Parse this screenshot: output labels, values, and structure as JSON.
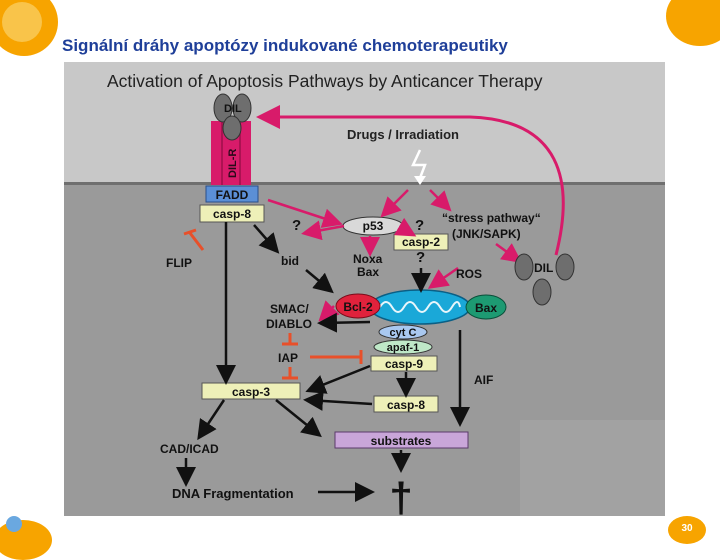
{
  "slide": {
    "title": "Signální dráhy apoptózy indukované chemoterapeutiky",
    "page_number": "30"
  },
  "diagram": {
    "title": "Activation of Apoptosis Pathways by Anticancer Therapy",
    "labels": {
      "dil_ligand": "DIL",
      "dil_r": "DIL-R",
      "drugs": "Drugs / Irradiation",
      "fadd": "FADD",
      "casp8_top": "casp-8",
      "q1": "?",
      "q2": "?",
      "q3": "?",
      "p53": "p53",
      "stress1": "“stress pathway“",
      "stress2": "(JNK/SAPK)",
      "casp2": "casp-2",
      "flip": "FLIP",
      "bid": "bid",
      "noxa": "Noxa",
      "bax": "Bax",
      "ros": "ROS",
      "dil_right": "DIL",
      "smac1": "SMAC/",
      "smac2": "DIABLO",
      "bcl2": "Bcl-2",
      "bax_mito": "Bax",
      "cytc": "cyt C",
      "apaf": "apaf-1",
      "casp9": "casp-9",
      "iap": "IAP",
      "aif": "AIF",
      "casp3": "casp-3",
      "casp8_bottom": "casp-8",
      "substrates": "substrates",
      "cad": "CAD/ICAD",
      "dna": "DNA Fragmentation",
      "death": "†"
    }
  },
  "colors": {
    "title_blue": "#1f3f99",
    "accent_orange": "#f7a400",
    "pink": "#d81b6a",
    "fadd_blue": "#5b8fd6",
    "box_yellow": "#eef0b8",
    "substrates_purple": "#c9a6d9",
    "bcl2_red": "#e0223c",
    "bax_green": "#1d9a72",
    "mito_blue": "#1aa8d8",
    "cytc_blue": "#a9c8f0",
    "apaf_green": "#bfe8c8",
    "membrane_grey": "#9a9a9a",
    "top_grey": "#c8c8c8"
  }
}
